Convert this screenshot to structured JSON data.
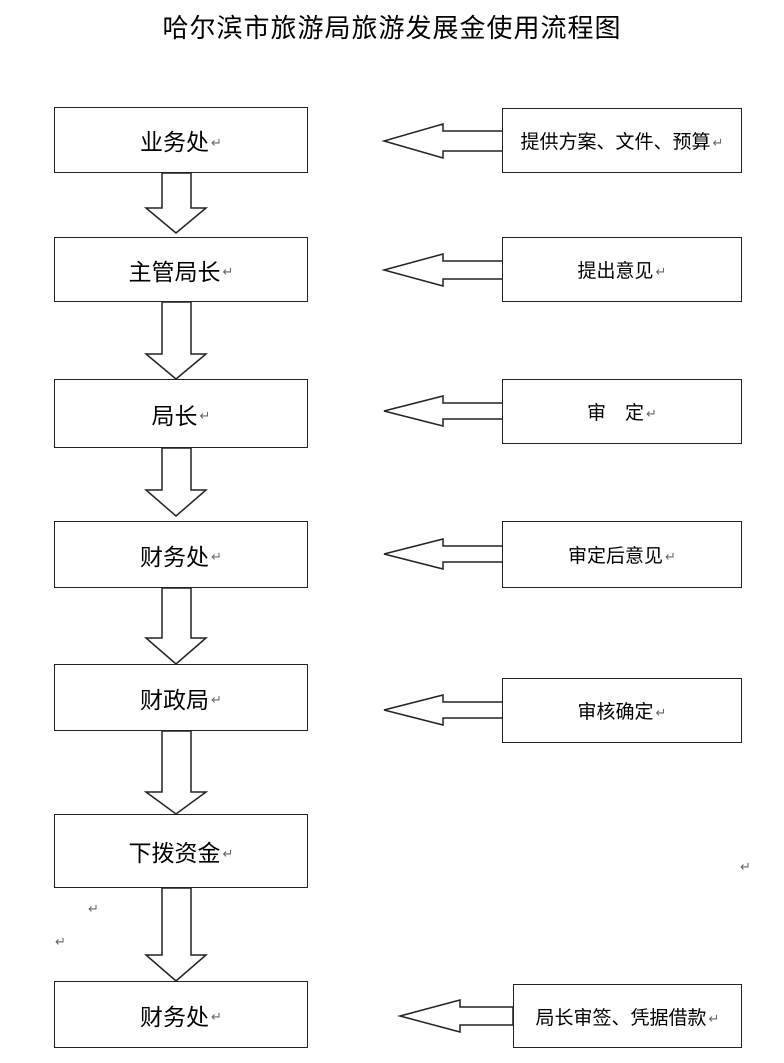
{
  "title": "哈尔滨市旅游局旅游发展金使用流程图",
  "para_mark": "↵",
  "steps": [
    "业务处",
    "主管局长",
    "局长",
    "财务处",
    "财政局",
    "下拨资金",
    "财务处"
  ],
  "notes": [
    "提供方案、文件、预算",
    "提出意见",
    "审　定",
    "审定后意见",
    "审核确定",
    "局长审签、凭据借款"
  ]
}
